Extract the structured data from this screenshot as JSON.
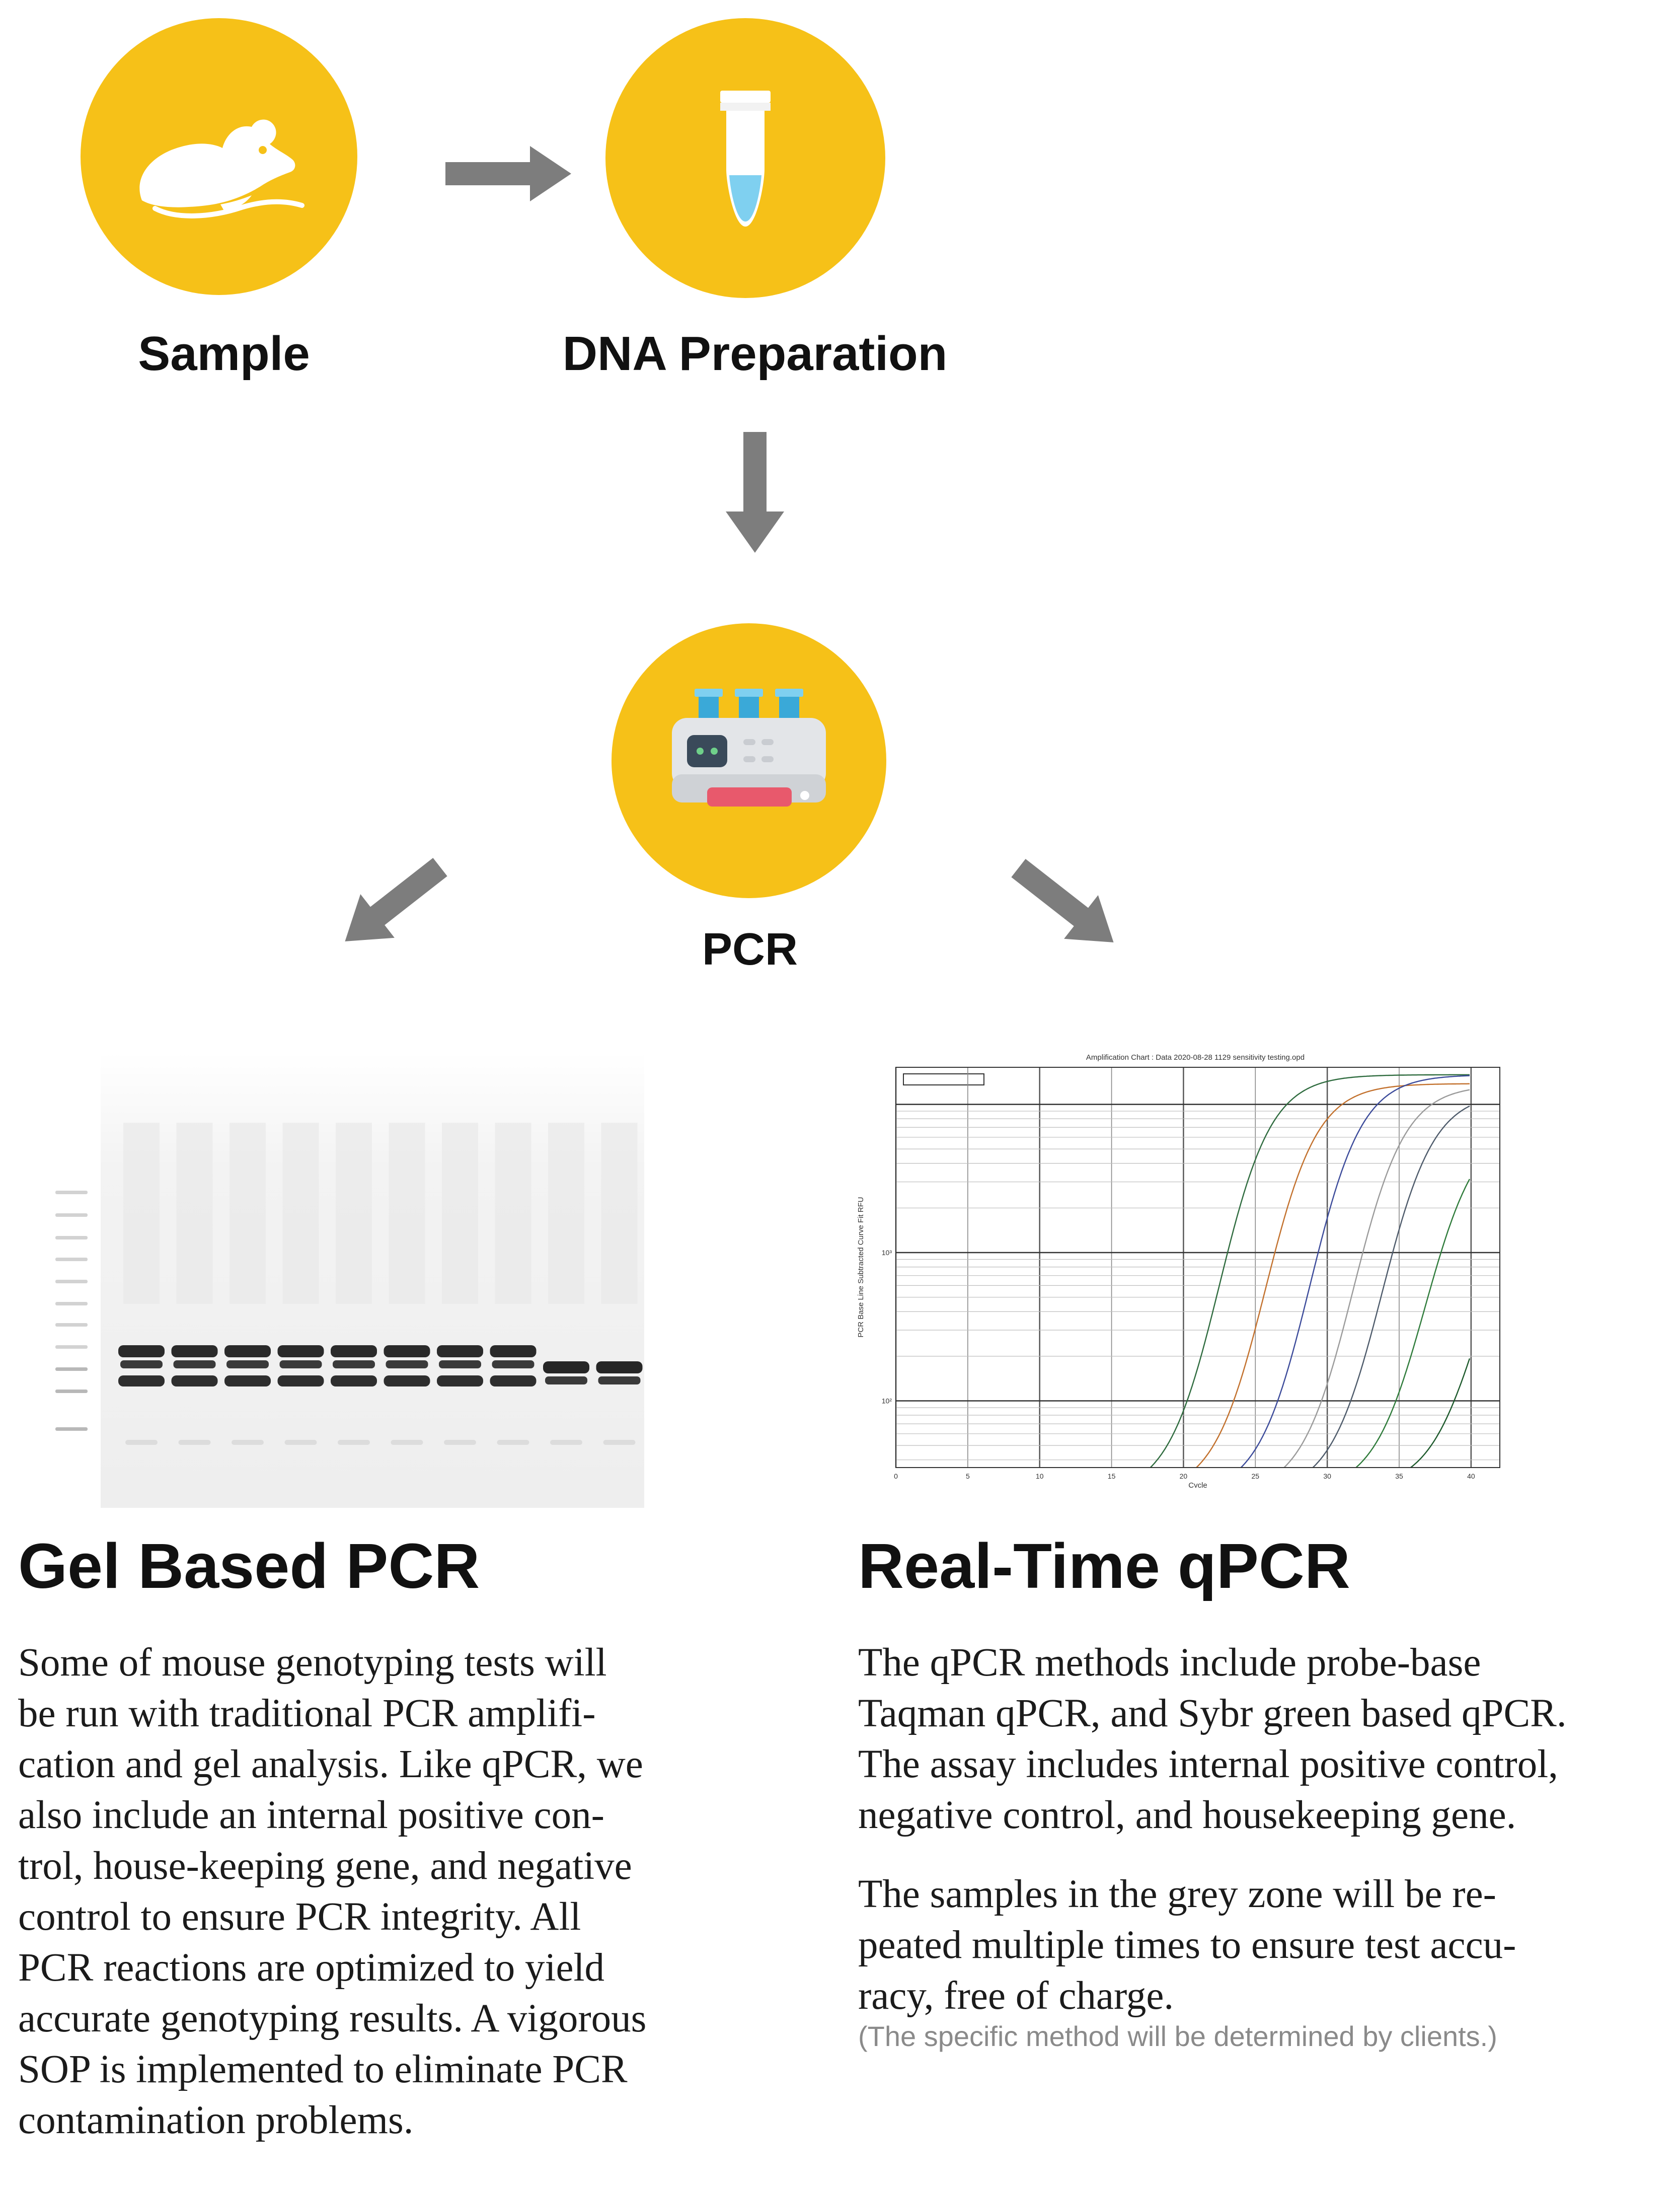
{
  "steps": {
    "sample": {
      "label": "Sample",
      "icon": "mouse-icon"
    },
    "dna_preparation": {
      "label": "DNA Preparation",
      "icon": "test-tube-icon"
    },
    "pcr": {
      "label": "PCR",
      "icon": "thermal-cycler-icon"
    }
  },
  "colors": {
    "circle": "#f6c118",
    "arrow": "#7d7d7d",
    "tube_liquid": "#7fd0f0",
    "tube_cap": "#3aa9d8",
    "cycler_body": "#e3e5e8",
    "cycler_screen": "#3a4a5a",
    "cycler_tray": "#e8596c"
  },
  "gel_section": {
    "title": "Gel Based PCR",
    "body_lines": [
      "Some of mouse genotyping tests will",
      "be run with traditional PCR amplifi-",
      "cation and gel analysis. Like qPCR, we",
      "also include an internal positive con-",
      "trol, house-keeping gene, and negative",
      "control to ensure PCR integrity. All",
      "PCR reactions are optimized to yield",
      "accurate genotyping results. A vigorous",
      "SOP is implemented to eliminate PCR",
      "contamination problems."
    ]
  },
  "qpcr_section": {
    "title": "Real-Time qPCR",
    "paragraph1_lines": [
      "The qPCR methods include probe-base",
      "Taqman qPCR, and Sybr green based qPCR.",
      "The assay includes internal positive control,",
      "negative control, and housekeeping gene."
    ],
    "paragraph2_lines": [
      "The samples in the grey zone will be re-",
      "peated multiple times to ensure test accu-",
      "racy, free of charge."
    ],
    "note": "(The specific method will be determined by clients.)"
  },
  "gel_image": {
    "ladder_band_count": 11,
    "lanes": [
      {
        "upper_band": true,
        "lower_band": true
      },
      {
        "upper_band": true,
        "lower_band": true
      },
      {
        "upper_band": true,
        "lower_band": true
      },
      {
        "upper_band": true,
        "lower_band": true
      },
      {
        "upper_band": true,
        "lower_band": true
      },
      {
        "upper_band": true,
        "lower_band": true
      },
      {
        "upper_band": true,
        "lower_band": true
      },
      {
        "upper_band": true,
        "lower_band": true
      },
      {
        "upper_band": false,
        "lower_band": true
      },
      {
        "upper_band": false,
        "lower_band": true
      }
    ]
  },
  "chart_data": {
    "type": "line",
    "title": "Amplification Chart : Data 2020-08-28 1129  sensitivity testing.opd",
    "xlabel": "Cycle",
    "ylabel": "PCR Base Line Subtracted Curve Fit RFU",
    "xlim": [
      0,
      42
    ],
    "ylim_log10": [
      1.55,
      4.25
    ],
    "y_scale": "log",
    "x_ticks": [
      0,
      5,
      10,
      15,
      20,
      25,
      30,
      35,
      40
    ],
    "y_ticks": [
      {
        "label": "10³",
        "value_log10": 3
      },
      {
        "label": "10²",
        "value_log10": 2
      }
    ],
    "grid": true,
    "legend": "top-left",
    "series": [
      {
        "color": "#2e6b3e",
        "threshold_cycle": 18.3,
        "plateau_log10": 4.2
      },
      {
        "color": "#c2702c",
        "threshold_cycle": 21.5,
        "plateau_log10": 4.14
      },
      {
        "color": "#3b4a9a",
        "threshold_cycle": 24.6,
        "plateau_log10": 4.2
      },
      {
        "color": "#9a9a9a",
        "threshold_cycle": 27.6,
        "plateau_log10": 4.13
      },
      {
        "color": "#4d5a6a",
        "threshold_cycle": 29.6,
        "plateau_log10": 4.08
      },
      {
        "color": "#2e7b3a",
        "threshold_cycle": 32.6,
        "plateau_log10": 3.88
      },
      {
        "color": "#1d5a2c",
        "threshold_cycle": 36.4,
        "plateau_log10": 3.58
      }
    ]
  }
}
